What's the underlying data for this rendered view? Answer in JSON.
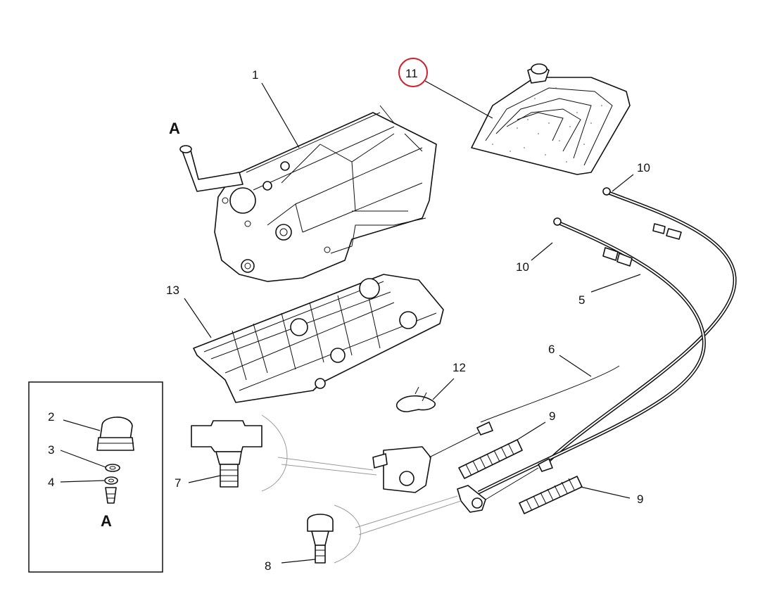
{
  "labels": {
    "p1": "1",
    "p2": "2",
    "p3": "3",
    "p4": "4",
    "p5": "5",
    "p6": "6",
    "p7": "7",
    "p8": "8",
    "p9a": "9",
    "p9b": "9",
    "p10a": "10",
    "p10b": "10",
    "p11": "11",
    "p12": "12",
    "p13": "13",
    "detailA_top": "A",
    "detailA_box": "A"
  },
  "colors": {
    "highlight": "#d0202a",
    "ink": "#111111"
  }
}
